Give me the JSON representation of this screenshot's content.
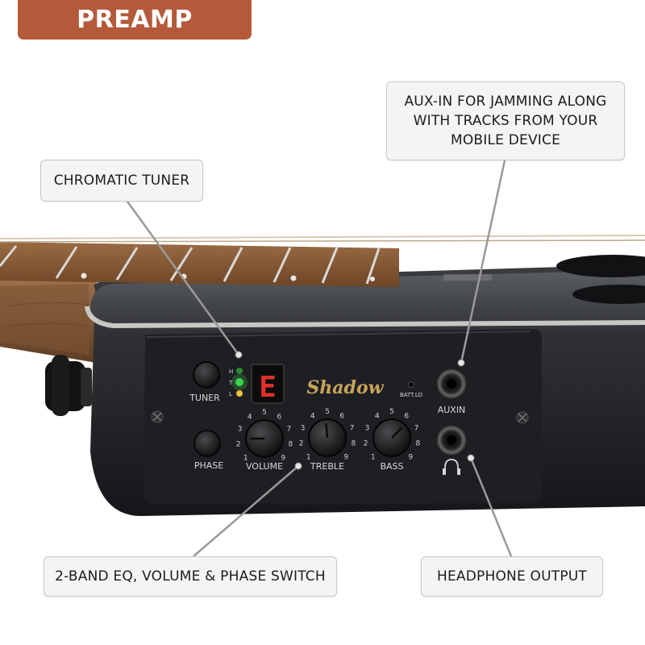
{
  "banner": {
    "title": "PREAMP"
  },
  "callouts": {
    "tuner": "CHROMATIC TUNER",
    "aux_lines": [
      "AUX-IN FOR JAMMING ALONG",
      "WITH TRACKS FROM YOUR",
      "MOBILE DEVICE"
    ],
    "eq": "2-BAND EQ, VOLUME & PHASE SWITCH",
    "headphone": "HEADPHONE OUTPUT"
  },
  "panel": {
    "brand": "Shadow",
    "tuner_label": "TUNER",
    "phase_label": "PHASE",
    "volume_label": "VOLUME",
    "treble_label": "TREBLE",
    "bass_label": "BASS",
    "auxin_label": "AUXIN",
    "batt_label": "BATT.LO",
    "tuner_display": "E",
    "led_labels": [
      "H",
      "T",
      "L"
    ],
    "knob_scale": [
      "1",
      "2",
      "3",
      "4",
      "5",
      "6",
      "7",
      "8",
      "9"
    ]
  },
  "colors": {
    "banner": "#b45a3b",
    "panel": "#1e1f22",
    "brand_gold": "#c9a45a",
    "display_red": "#e0302a",
    "led_green": "#3dd44b",
    "led_yellow": "#e8c23a",
    "fretboard": "#8a5a34"
  }
}
